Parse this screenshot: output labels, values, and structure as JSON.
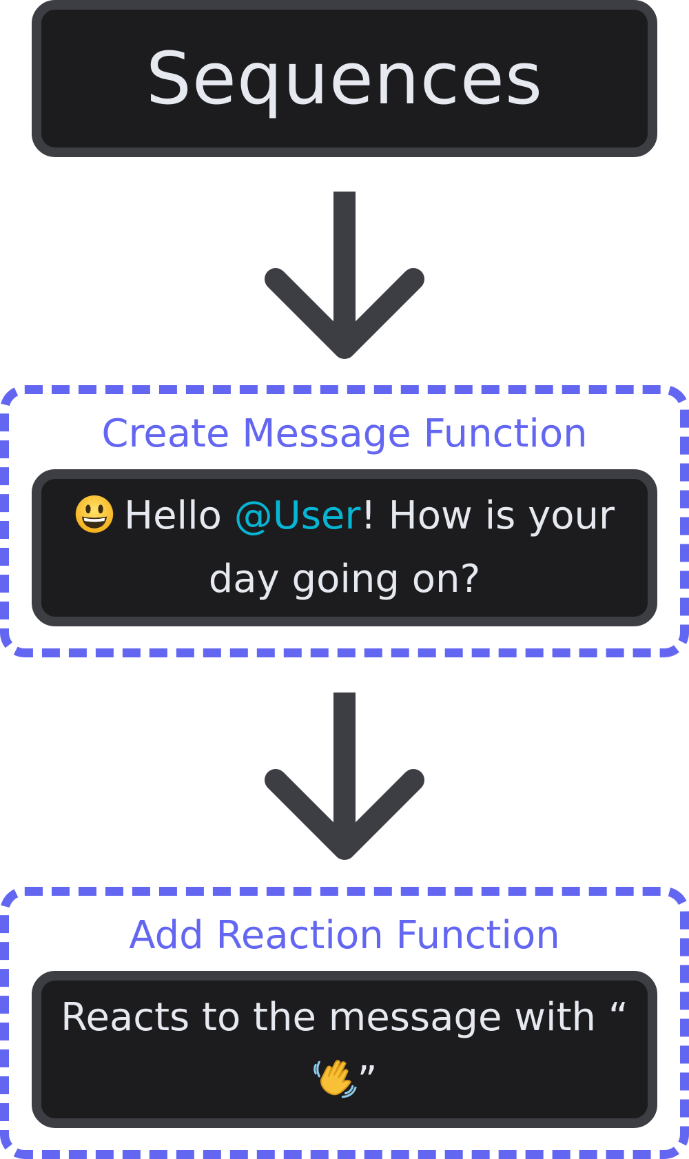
{
  "diagram": {
    "title": "Sequences",
    "steps": [
      {
        "label": "Create Message Function",
        "text_before": "Hello ",
        "mention": "@User",
        "text_after": "! How is your day going on?",
        "emoji": "grinning-face-icon"
      },
      {
        "label": "Add Reaction Function",
        "text_before": "Reacts to the message with “",
        "text_after": "”",
        "emoji": "waving-hand-icon"
      }
    ]
  },
  "colors": {
    "accent": "#6366f1",
    "mention": "#06b6d4",
    "box_fill": "#1c1c1e",
    "box_border": "#3d3e43",
    "box_text": "#e6e9ef",
    "arrow": "#3d3e43"
  }
}
